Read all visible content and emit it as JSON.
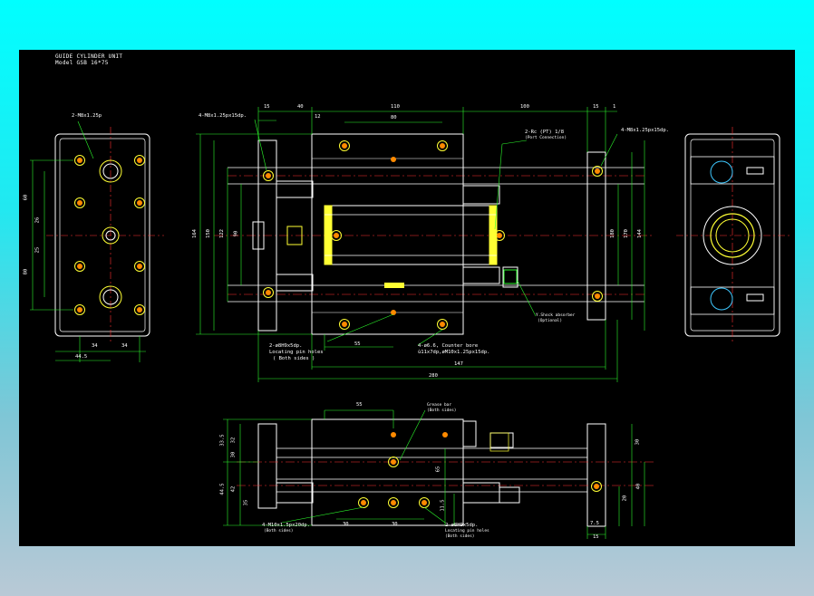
{
  "title": {
    "line1": "GUIDE CYLINDER UNIT",
    "line2": "Model GSB 16*75"
  },
  "callouts": {
    "left_tap": "2-M8x1.25p",
    "top_left_tap": "4-M8x1.25px15dp.",
    "top_right_tap": "4-M8x1.25px15dp.",
    "port": "2-Rc (PT) 1/8",
    "port_sub": "(Port Connection)",
    "pin_holes": "2-ø8H9x5dp.",
    "pin_holes_sub1": "Locating pin holes",
    "pin_holes_sub2": "( Both sides )",
    "counterbore": "4-ø6.6, Counter bore",
    "counterbore_sub": "ù11x7dp,øM10x1.25px15dp.",
    "shock": "Y.Shock absorber",
    "shock_sub": "(Optional)",
    "grease": "Grease bar",
    "grease_sub": "(Both sides)",
    "bottom_tap": "4-M10x1.5px20dp.",
    "bottom_tap_sub": "(Both sides)",
    "bottom_pin": "2-ø8H9x5dp.",
    "bottom_pin_sub1": "Locating pin holes",
    "bottom_pin_sub2": "(Both sides)"
  },
  "dims": {
    "top": [
      "15",
      "40",
      "12",
      "110",
      "80",
      "100",
      "15",
      "1"
    ],
    "overall": [
      "147",
      "280"
    ],
    "left_view_v": [
      "60",
      "26",
      "25",
      "80"
    ],
    "left_view_h": [
      "34",
      "34",
      "44.5"
    ],
    "top_view_v": [
      "164",
      "150",
      "122",
      "90"
    ],
    "top_view_v_right": [
      "180",
      "170",
      "144"
    ],
    "top_view_55": "55",
    "bottom_top": "55",
    "bottom_v": [
      "33.5",
      "32",
      "30",
      "44.5",
      "42",
      "35",
      "65",
      "11.5"
    ],
    "bottom_h": [
      "30",
      "30"
    ],
    "bottom_right": [
      "30",
      "20",
      "40",
      "7.5",
      "15"
    ]
  }
}
